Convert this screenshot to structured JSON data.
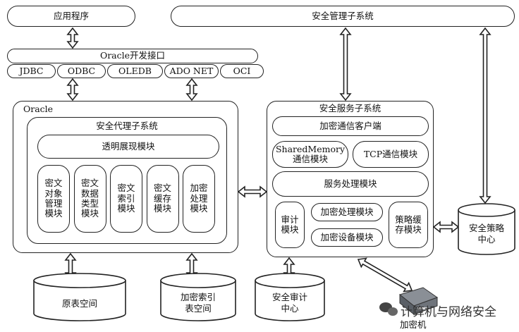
{
  "top": {
    "app": "应用程序",
    "security_mgmt": "安全管理子系统"
  },
  "oracle_if": {
    "title": "Oracle开发接口",
    "items": [
      "JDBC",
      "ODBC",
      "OLEDB",
      "ADO NET",
      "OCI"
    ]
  },
  "oracle": {
    "title": "Oracle",
    "proxy": {
      "title": "安全代理子系统",
      "transparent": "透明展现模块",
      "modules": [
        "密文对象管理模块",
        "密文数据类型模块",
        "密文索引模块",
        "密文缓存模块",
        "加密处理模块"
      ]
    }
  },
  "service": {
    "title": "安全服务子系统",
    "client": "加密通信客户端",
    "shm": [
      "SharedMemory",
      "通信模块"
    ],
    "tcp": "TCP通信模块",
    "processing": "服务处理模块",
    "audit": "审计模块",
    "enc_proc": "加密处理模块",
    "enc_dev": "加密设备模块",
    "policy_cache": "策略缓存模块"
  },
  "stores": {
    "raw_table": "原表空间",
    "enc_index": [
      "加密索引",
      "表空间"
    ],
    "audit_center": [
      "安全审计",
      "中心"
    ],
    "policy_center": [
      "安全策略",
      "中心"
    ]
  },
  "encryptor": "加密机",
  "watermark": {
    "text": "计算机与网络安全",
    "icon": "chat-bubble-icon"
  },
  "colors": {
    "line": "#222222",
    "bg": "#ffffff"
  }
}
